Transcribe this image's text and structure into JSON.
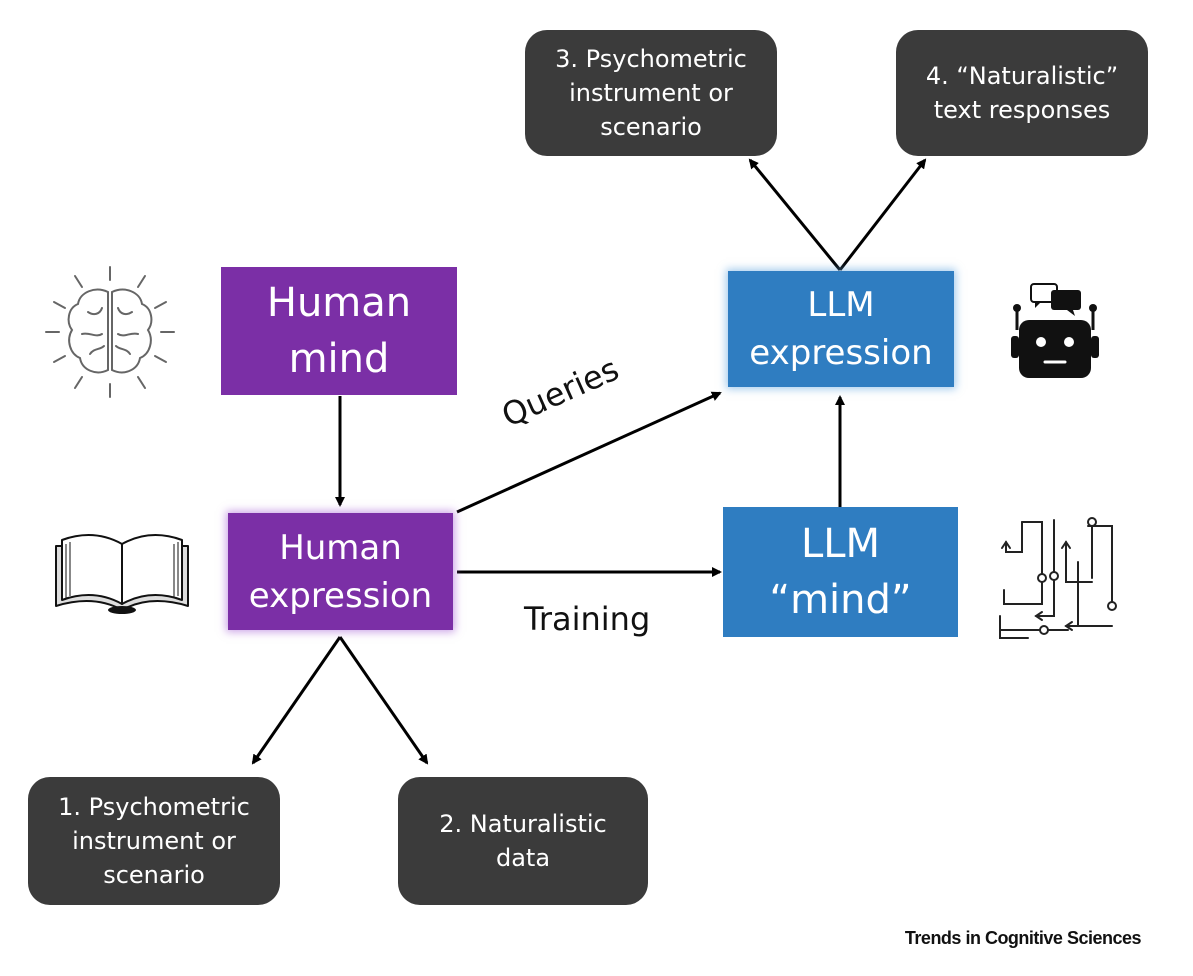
{
  "nodes": {
    "human_mind": "Human mind",
    "human_expression": "Human expression",
    "llm_expression": "LLM expression",
    "llm_mind": "LLM “mind”",
    "box1": "1. Psychometric instrument or scenario",
    "box2": "2. Naturalistic data",
    "box3": "3. Psychometric instrument or scenario",
    "box4": "4. “Naturalistic” text responses"
  },
  "edges": {
    "queries": "Queries",
    "training": "Training"
  },
  "icons": [
    "brain-icon",
    "book-icon",
    "robot-icon",
    "circuit-icon"
  ],
  "colors": {
    "human": "#7b2fa6",
    "llm": "#2f7dc1",
    "output": "#3b3b3b"
  },
  "credit": "Trends in Cognitive Sciences"
}
